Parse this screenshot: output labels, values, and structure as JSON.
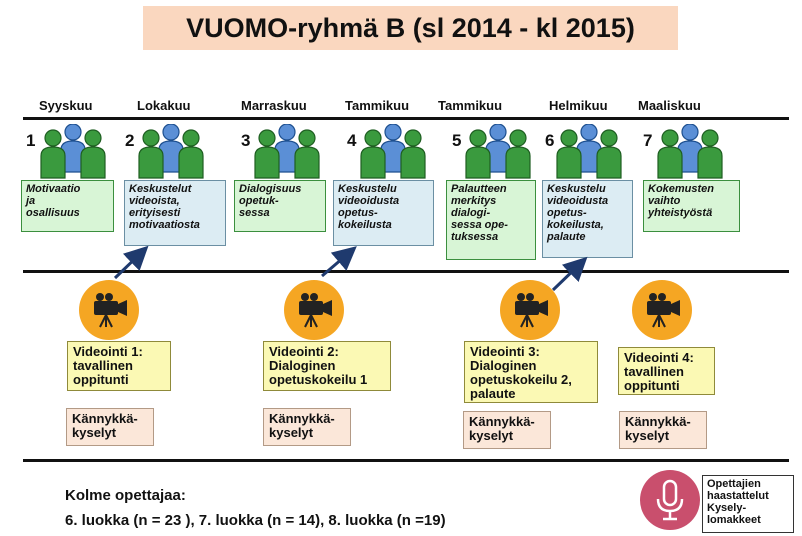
{
  "title": "VUOMO-ryhmä B (sl 2014 - kl 2015)",
  "months": [
    "Syyskuu",
    "Lokakuu",
    "Marraskuu",
    "Tammikuu",
    "Tammikuu",
    "Helmikuu",
    "Maaliskuu"
  ],
  "sessions": [
    {
      "num": "1",
      "topic": [
        "Motivaatio",
        "ja",
        "osallisuus"
      ]
    },
    {
      "num": "2",
      "topic": [
        "Keskustelut",
        "videoista,",
        "erityisesti",
        "motivaatiosta"
      ]
    },
    {
      "num": "3",
      "topic": [
        "Dialogisuus",
        "opetuk-",
        "sessa"
      ]
    },
    {
      "num": "4",
      "topic": [
        "Keskustelu",
        "videoidusta",
        "opetus-",
        "kokeilusta"
      ]
    },
    {
      "num": "5",
      "topic": [
        "Palautteen",
        "merkitys",
        "dialogi-",
        "sessa ope-",
        "tuksessa"
      ]
    },
    {
      "num": "6",
      "topic": [
        "Keskustelu",
        "videoidusta",
        "opetus-",
        "kokeilusta,",
        "palaute"
      ]
    },
    {
      "num": "7",
      "topic": [
        "Kokemusten",
        "vaihto",
        "yhteistyöstä"
      ]
    }
  ],
  "videos": [
    {
      "lines": [
        "Videointi 1:",
        "tavallinen",
        "oppitunti"
      ],
      "survey": [
        "Kännykkä-",
        "kyselyt"
      ]
    },
    {
      "lines": [
        "Videointi 2:",
        "Dialoginen",
        "opetuskokeilu 1"
      ],
      "survey": [
        "Kännykkä-",
        "kyselyt"
      ]
    },
    {
      "lines": [
        "Videointi 3:",
        "Dialoginen",
        "opetuskokeilu 2,",
        "palaute"
      ],
      "survey": [
        "Kännykkä-",
        "kyselyt"
      ]
    },
    {
      "lines": [
        "Videointi 4:",
        "tavallinen",
        "oppitunti"
      ],
      "survey": [
        "Kännykkä-",
        "kyselyt"
      ]
    }
  ],
  "footer": {
    "line1": "Kolme opettajaa:",
    "line2": "6. luokka (n = 23 ),  7. luokka (n = 14),  8. luokka (n =19)"
  },
  "legend": [
    "Opettajien",
    "haastattelut",
    "Kysely-",
    "lomakkeet"
  ],
  "colors": {
    "title_bg": "#fad7bf",
    "person_green": "#3a9a3e",
    "person_blue": "#5b8fd6",
    "camera_circle": "#f5a623",
    "mic_circle": "#c94f6d",
    "arrow": "#1f3a6e"
  },
  "icons": [
    "people-group-icon",
    "video-camera-icon",
    "microphone-icon",
    "arrow-icon"
  ]
}
